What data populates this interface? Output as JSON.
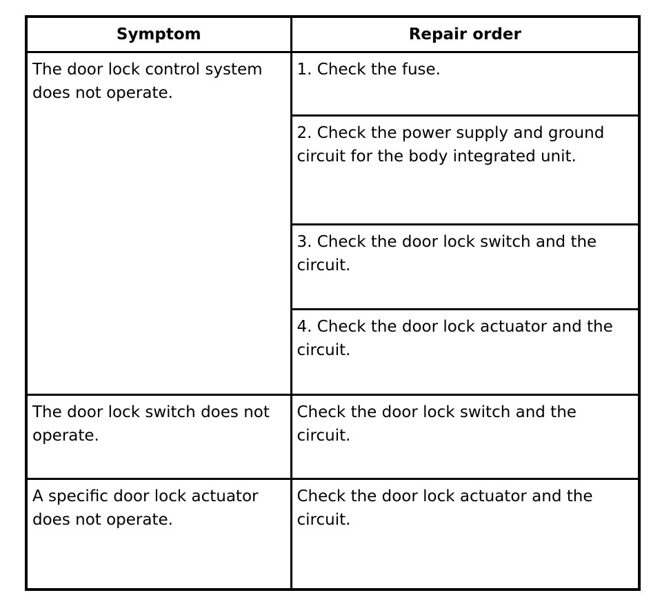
{
  "table": {
    "headers": {
      "symptom": "Symptom",
      "repair": "Repair order"
    },
    "rows": [
      {
        "symptom": "The door lock control system does not operate.",
        "repairs": [
          "1. Check the fuse.",
          "2. Check the power supply and ground circuit for the body integrated unit.",
          "3. Check the door lock switch and the circuit.",
          "4. Check the door lock actuator and the circuit."
        ]
      },
      {
        "symptom": "The door lock switch does not operate.",
        "repairs": [
          "Check the door lock switch and the circuit."
        ]
      },
      {
        "symptom": "A specific door lock actuator does not operate.",
        "repairs": [
          "Check the door lock actuator and the circuit."
        ]
      }
    ],
    "colors": {
      "border": "#000000",
      "text": "#000000",
      "background": "#ffffff"
    }
  }
}
